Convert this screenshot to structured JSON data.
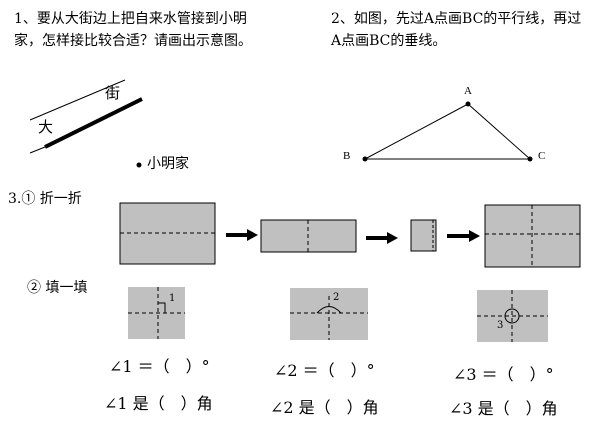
{
  "problem1": {
    "line1": "1、要从大街边上把自来水管接到小明",
    "line2": "家，怎样接比较合适？请画出示意图。",
    "street_char1": "大",
    "street_char2": "街",
    "home_label": "小明家"
  },
  "problem2": {
    "line1": "2、如图，先过A点画BC的平行线，再过",
    "line2": "A点画BC的垂线。",
    "label_a": "A",
    "label_b": "B",
    "label_c": "C"
  },
  "problem3": {
    "part1_label": "3.① 折一折",
    "part2_label": "② 填一填",
    "fold_marks": {
      "angle1": "1",
      "angle2": "2",
      "angle3": "3"
    },
    "answers": [
      {
        "degree_line": "∠1 ＝（　）°",
        "type_line": "∠1 是（　）角"
      },
      {
        "degree_line": "∠2 ＝（　）°",
        "type_line": "∠2 是（　）角"
      },
      {
        "degree_line": "∠3 ＝（　）°",
        "type_line": "∠3 是（　）角"
      }
    ]
  },
  "colors": {
    "paper_fill": "#c0c0c0",
    "ink": "#000000"
  }
}
